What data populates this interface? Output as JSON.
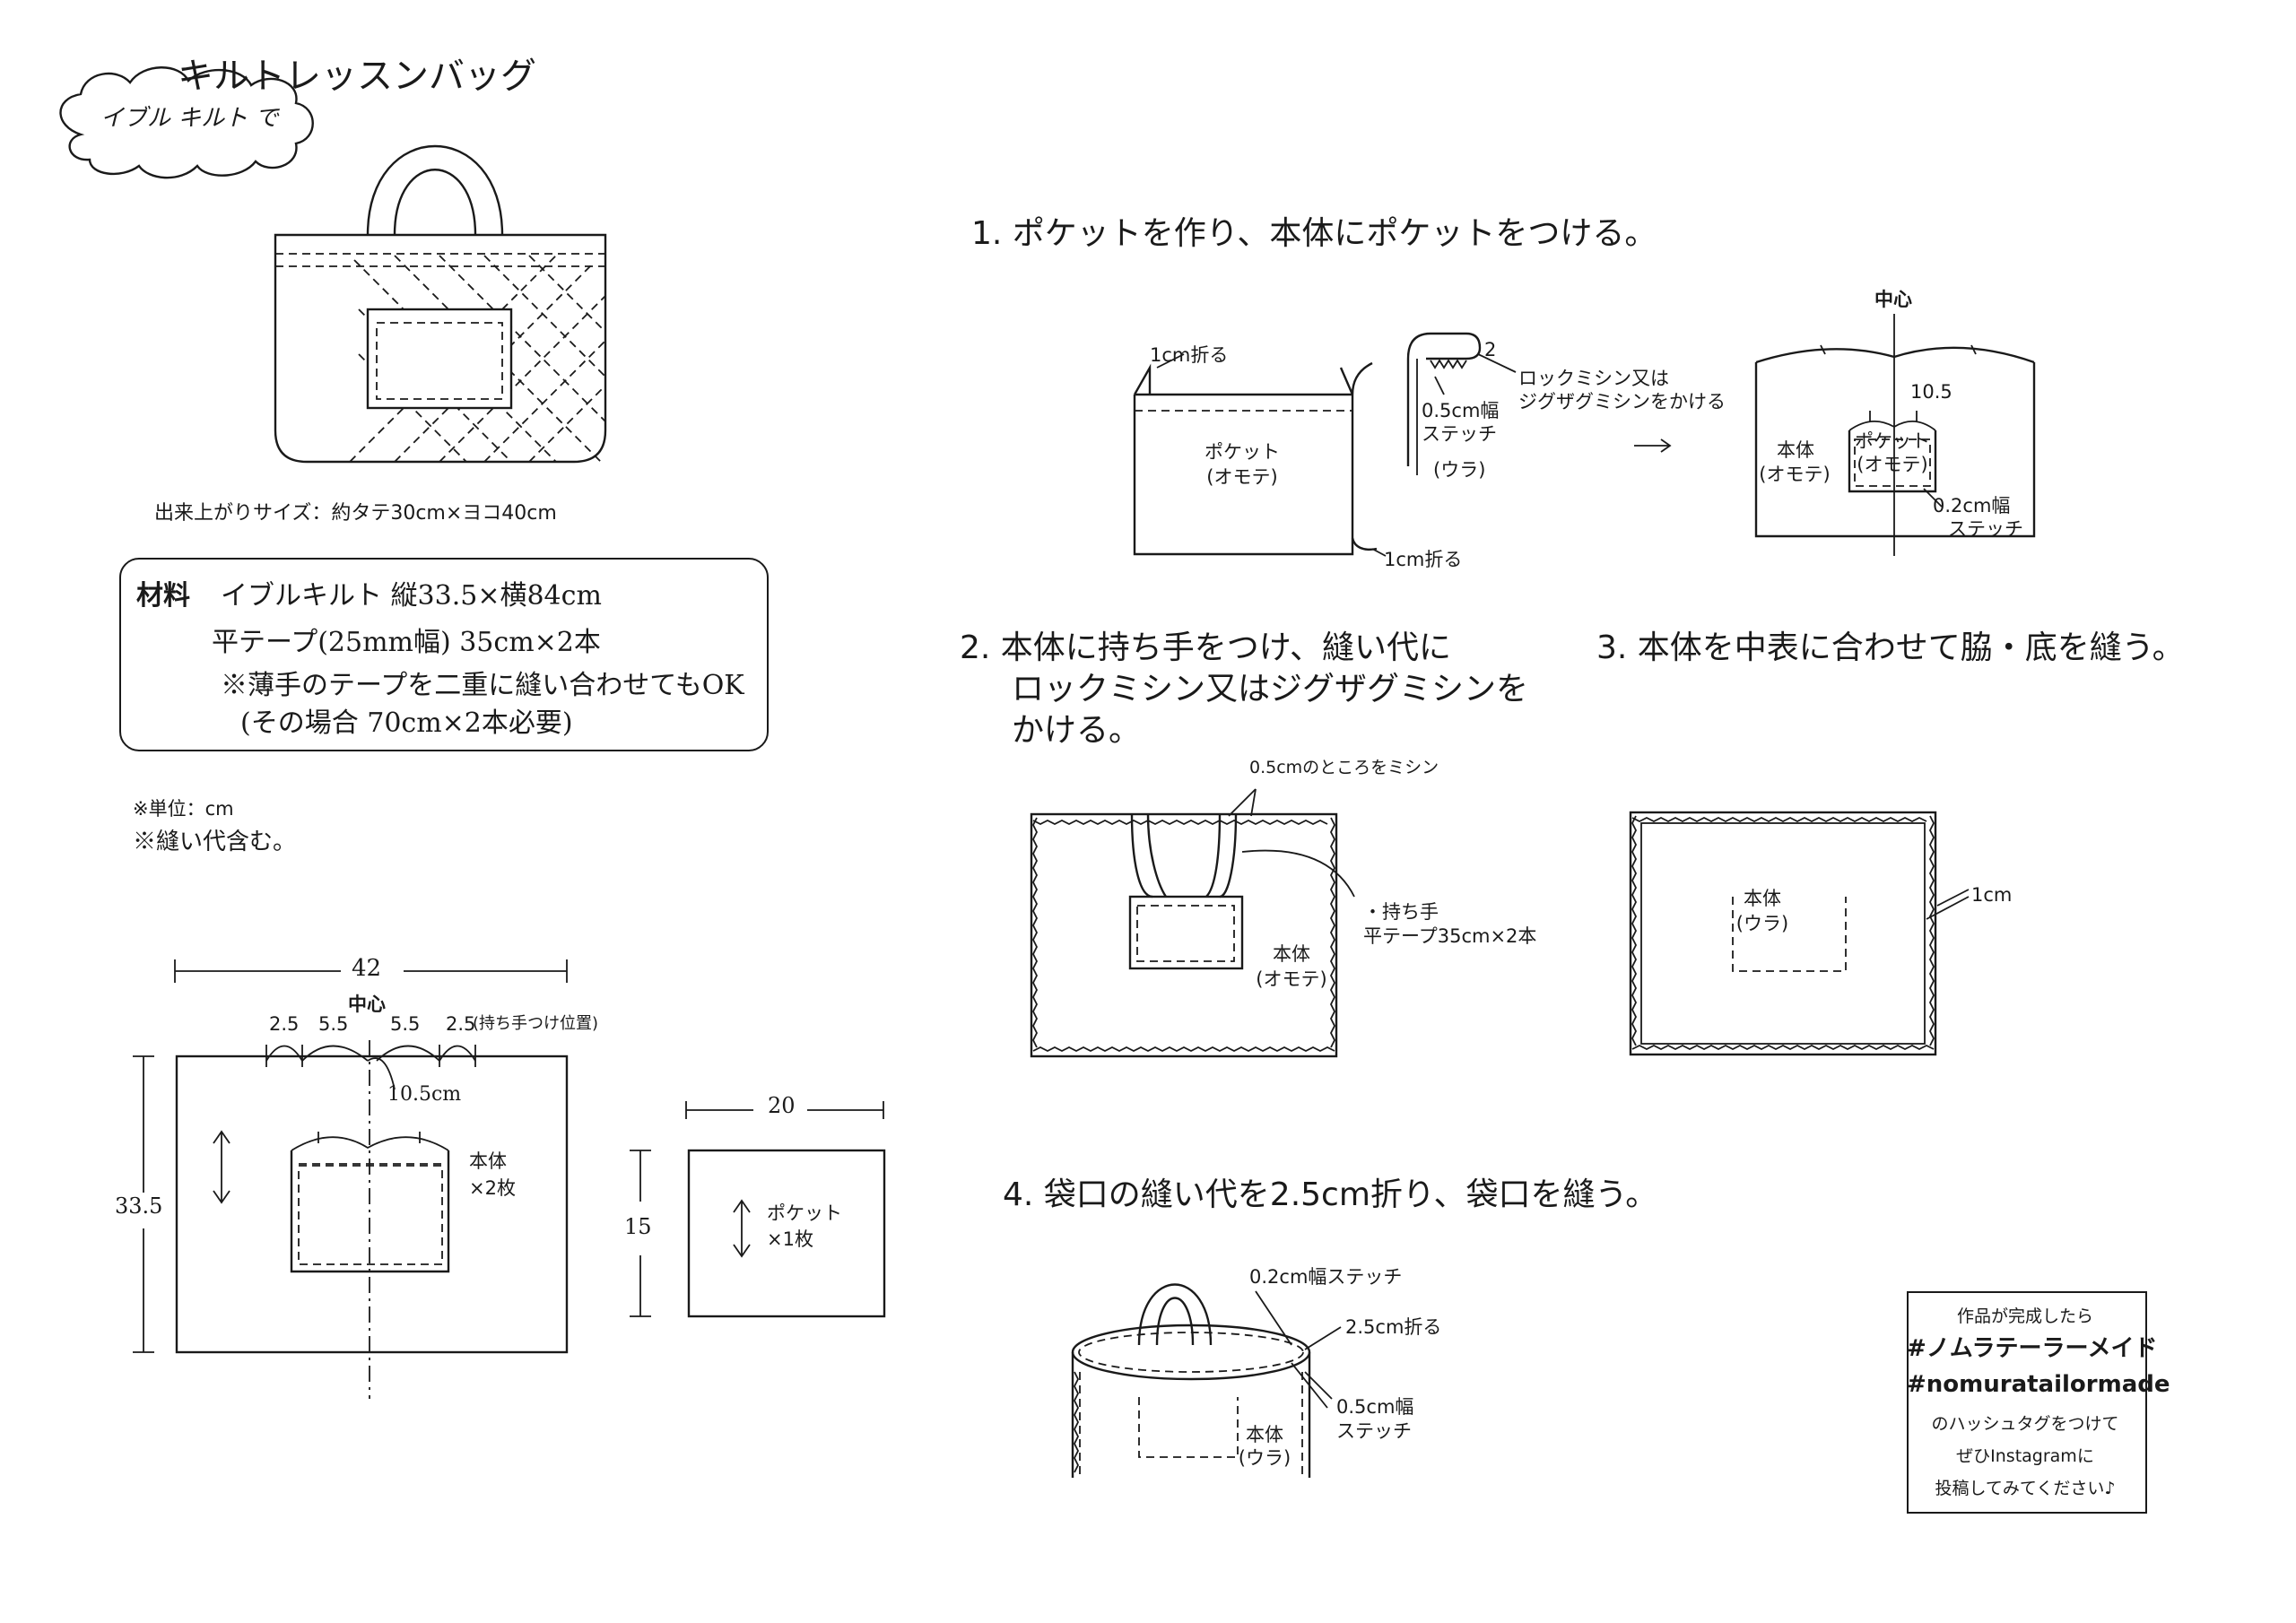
{
  "header": {
    "title": "キルトレッスンバッグ",
    "cloud_note": "イブル キルト で"
  },
  "finished_size": "出来上がりサイズ：約タテ30cm×ヨコ40cm",
  "materials": {
    "label": "材料",
    "line1": "イブルキルト 縦33.5×横84cm",
    "line2": "平テープ(25mm幅) 35cm×2本",
    "line3": "※薄手のテープを二重に縫い合わせてもOK",
    "line4": "(その場合 70cm×2本必要)"
  },
  "notes": {
    "unit": "※単位：cm",
    "seam": "※縫い代含む。"
  },
  "cut_diagram": {
    "width_label": "42",
    "center_label": "中心",
    "m1": "2.5",
    "m2": "5.5",
    "m3": "5.5",
    "m4": "2.5",
    "handle_pos": "(持ち手つけ位置)",
    "pocket_width": "10.5cm",
    "height_label": "33.5",
    "body_label": "本体",
    "body_count": "×2枚",
    "pocket_w_label": "20",
    "pocket_h_label": "15",
    "pocket_label": "ポケット",
    "pocket_count": "×1枚"
  },
  "steps": {
    "s1": "1. ポケットを作り、本体にポケットをつける。",
    "s2_l1": "2. 本体に持ち手をつけ、縫い代に",
    "s2_l2": "ロックミシン又はジグザグミシンを",
    "s2_l3": "かける。",
    "s3": "3. 本体を中表に合わせて脇・底を縫う。",
    "s4": "4. 袋口の縫い代を2.5cm折り、袋口を縫う。"
  },
  "step1": {
    "fold_top": "1cm折る",
    "fold_bottom": "1cm折る",
    "pocket_front_1": "ポケット",
    "pocket_front_2": "(オモテ)",
    "num2": "2",
    "stitch_1": "0.5cm幅",
    "stitch_2": "ステッチ",
    "back": "(ウラ)",
    "lock_1": "ロックミシン又は",
    "lock_2": "ジグザグミシンをかける",
    "arrow": "→",
    "center": "中心",
    "p105": "10.5",
    "body_1": "本体",
    "body_2": "(オモテ)",
    "pocket_1": "ポケット",
    "pocket_2": "(オモテ)",
    "stitch02_1": "0.2cm幅",
    "stitch02_2": "ステッチ"
  },
  "step2": {
    "sew05": "0.5cmのところをミシン",
    "handle_1": "・持ち手",
    "handle_2": "平テープ35cm×2本",
    "body_1": "本体",
    "body_2": "(オモテ)"
  },
  "step3": {
    "one_cm": "1cm",
    "body_1": "本体",
    "body_2": "(ウラ)"
  },
  "step4": {
    "stitch02": "0.2cm幅ステッチ",
    "fold25": "2.5cm折る",
    "stitch05_1": "0.5cm幅",
    "stitch05_2": "ステッチ",
    "body_1": "本体",
    "body_2": "(ウラ)"
  },
  "sns": {
    "l1": "作品が完成したら",
    "l2": "#ノムラテーラーメイド",
    "l3": "#nomuratailormade",
    "l4": "のハッシュタグをつけて",
    "l5": "ぜひInstagramに",
    "l6": "投稿してみてください♪"
  }
}
